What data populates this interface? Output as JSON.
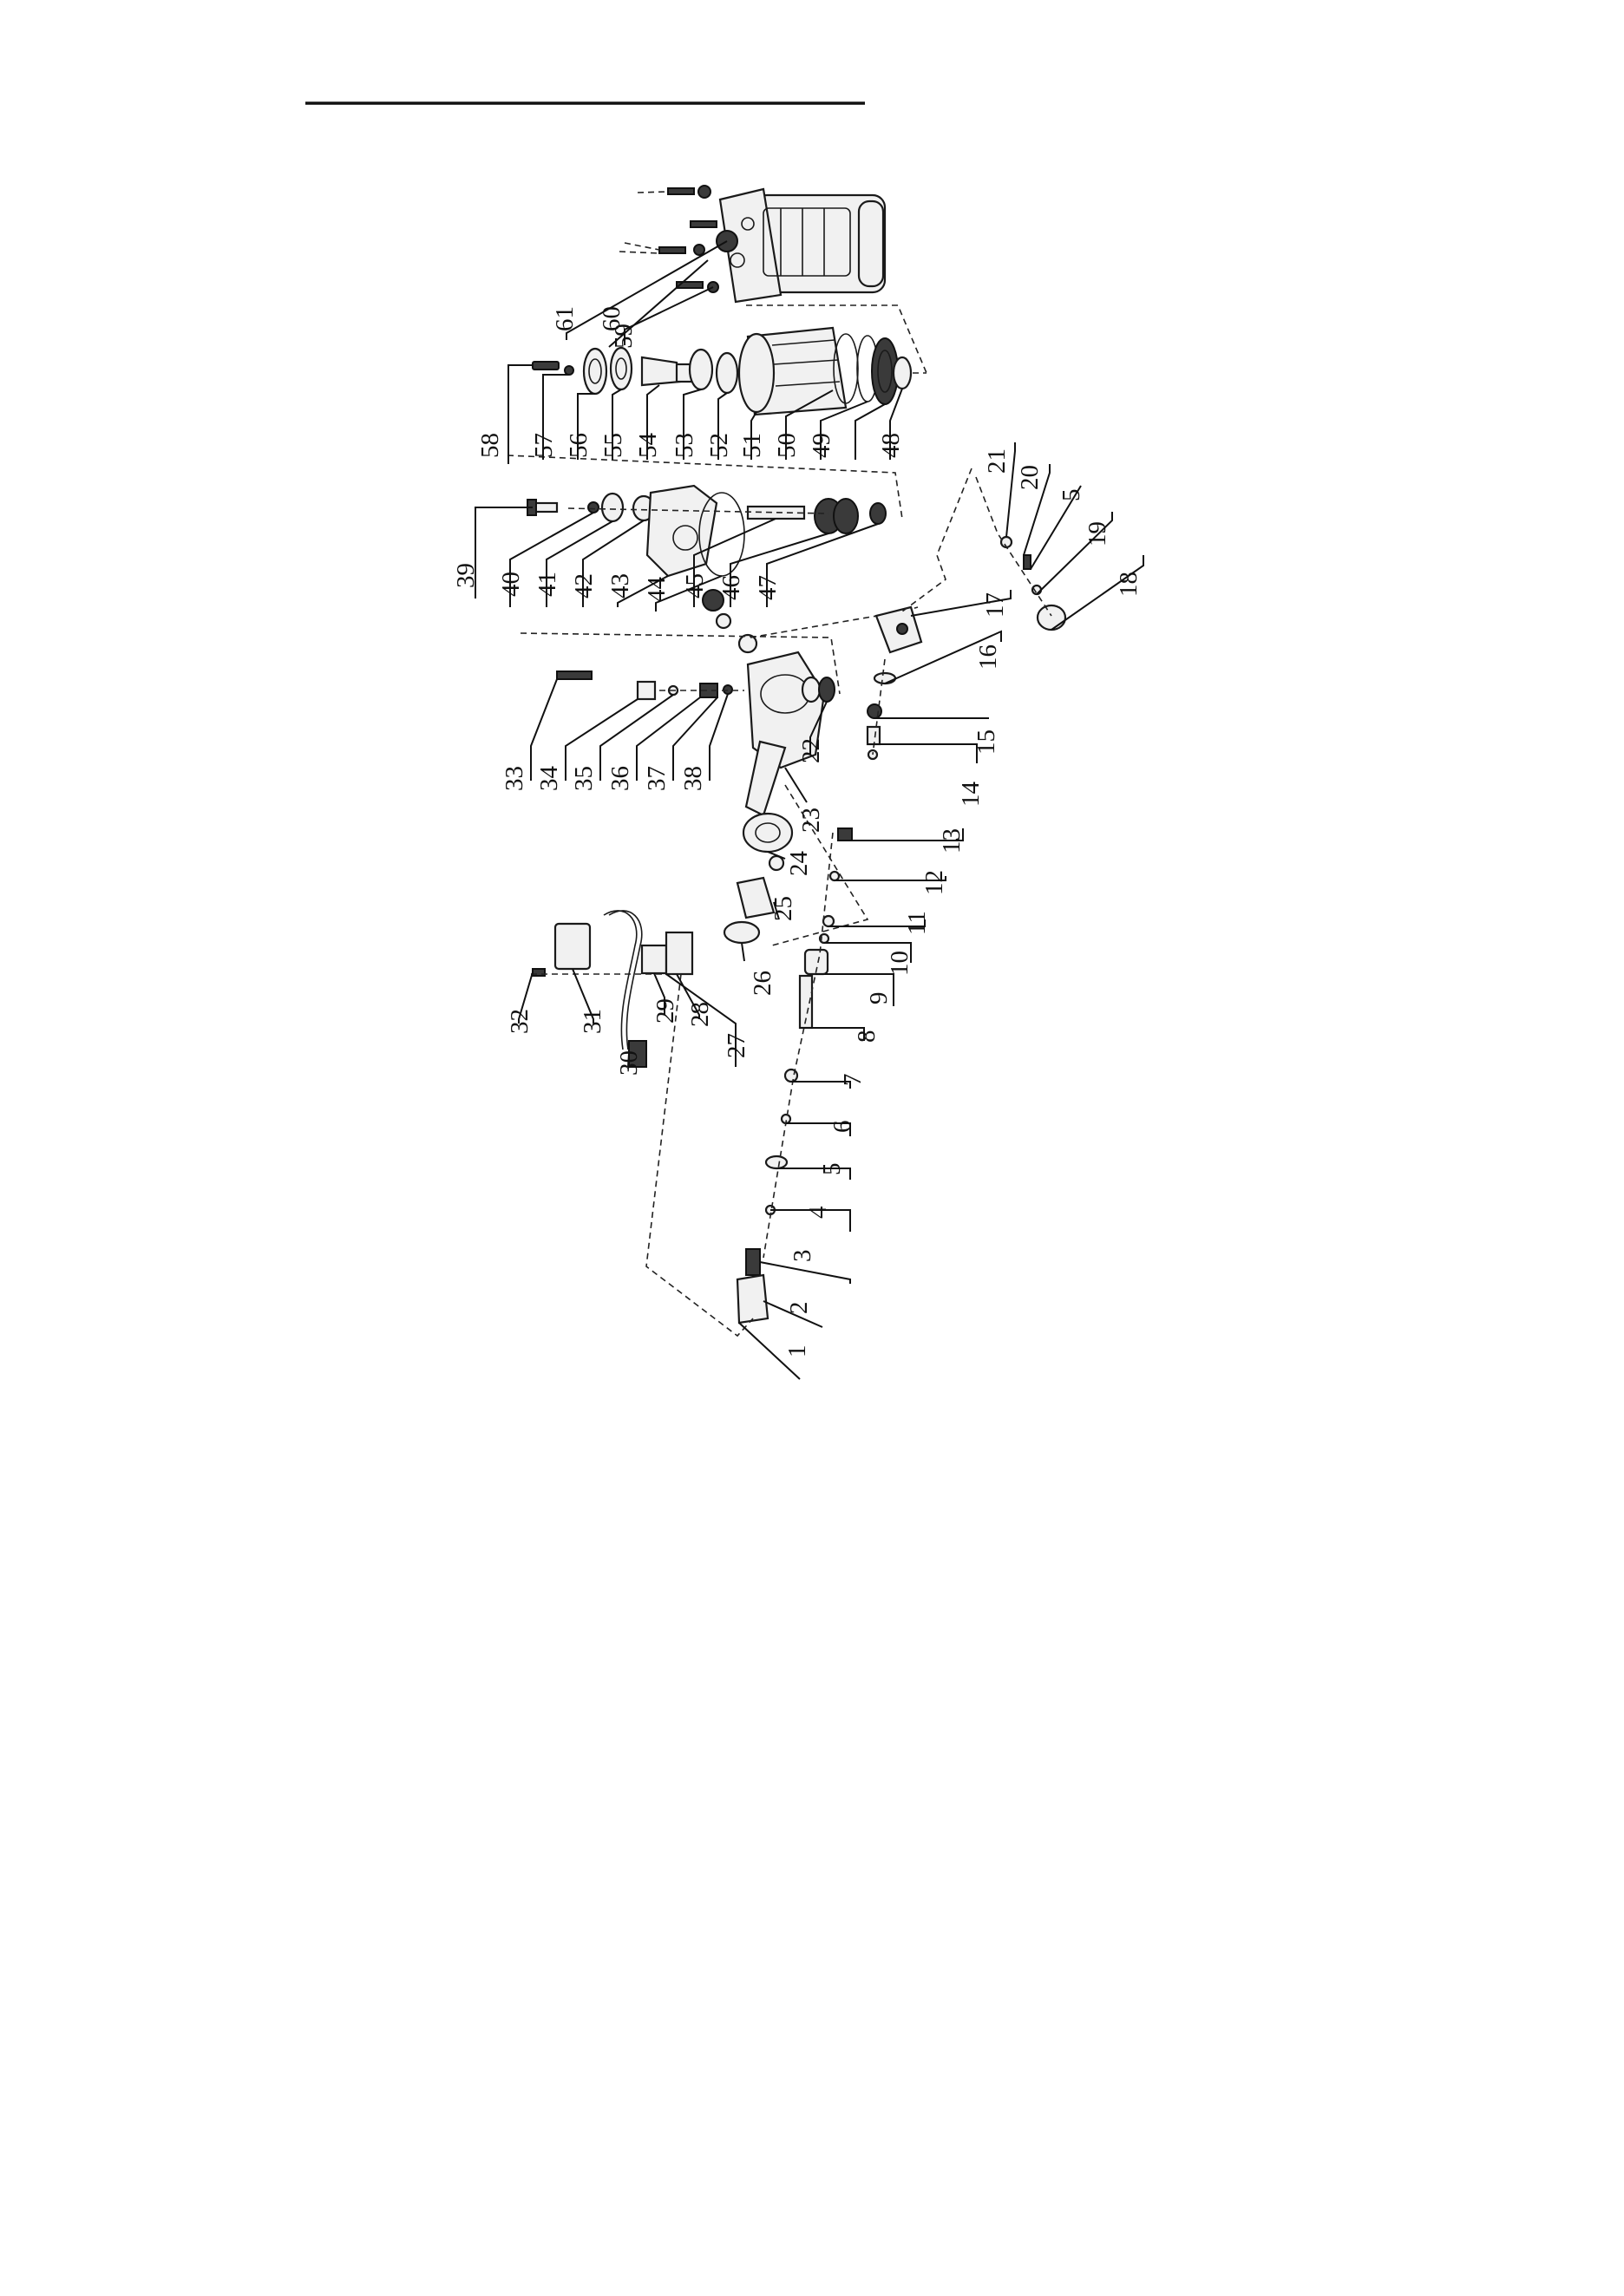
{
  "diagram": {
    "callouts": {
      "c61": "61",
      "c60": "60",
      "c59": "59",
      "c58": "58",
      "c57": "57",
      "c56": "56",
      "c55": "55",
      "c54": "54",
      "c53": "53",
      "c52": "52",
      "c51": "51",
      "c50": "50",
      "c49": "49",
      "c48": "48",
      "c39": "39",
      "c40": "40",
      "c41": "41",
      "c42": "42",
      "c43": "43",
      "c44": "44",
      "c45": "45",
      "c46": "46",
      "c47": "47",
      "c33": "33",
      "c34": "34",
      "c35": "35",
      "c36": "36",
      "c37": "37",
      "c38": "38",
      "c22": "22",
      "c23": "23",
      "c24": "24",
      "c25": "25",
      "c26": "26",
      "c27": "27",
      "c28": "28",
      "c29": "29",
      "c30": "30",
      "c31": "31",
      "c32": "32",
      "c1": "1",
      "c2": "2",
      "c3": "3",
      "c4": "4",
      "c5": "5",
      "c6": "6",
      "c7": "7",
      "c8": "8",
      "c9": "9",
      "c10": "10",
      "c11": "11",
      "c12": "12",
      "c13": "13",
      "c14": "14",
      "c15": "15",
      "c16": "16",
      "c17": "17",
      "c18": "18",
      "c19": "19",
      "c5b": "5",
      "c20": "20",
      "c21": "21"
    }
  }
}
